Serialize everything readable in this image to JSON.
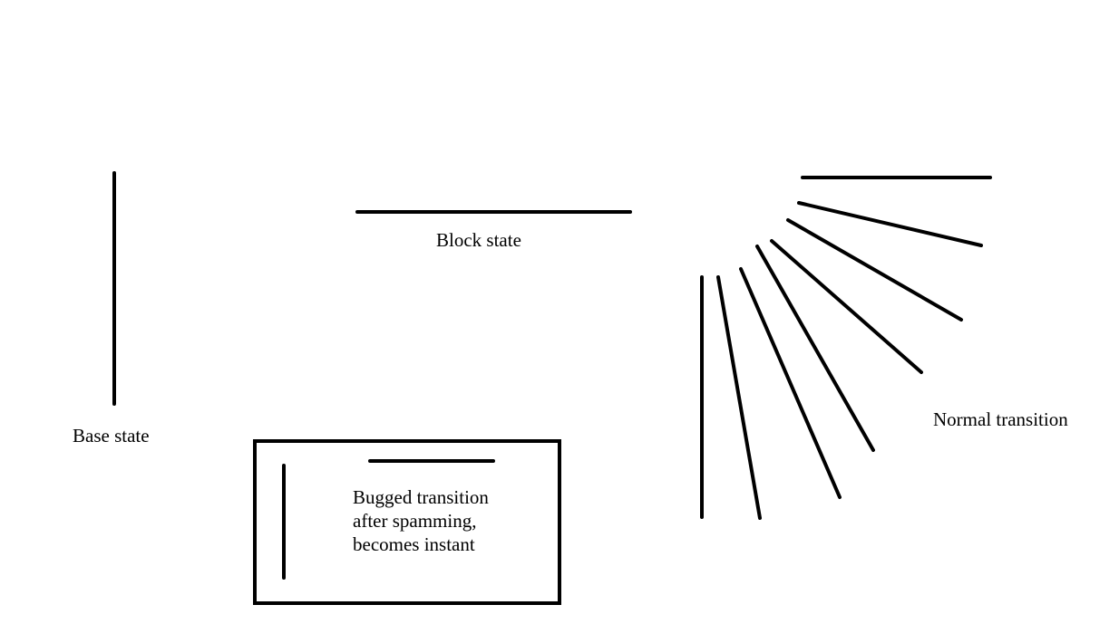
{
  "labels": {
    "base": "Base state",
    "block": "Block state",
    "normal": "Normal transition",
    "bugged": [
      "Bugged transition",
      "after spamming,",
      "becomes instant"
    ]
  },
  "colors": {
    "stroke": "#000000",
    "background": "#ffffff"
  }
}
